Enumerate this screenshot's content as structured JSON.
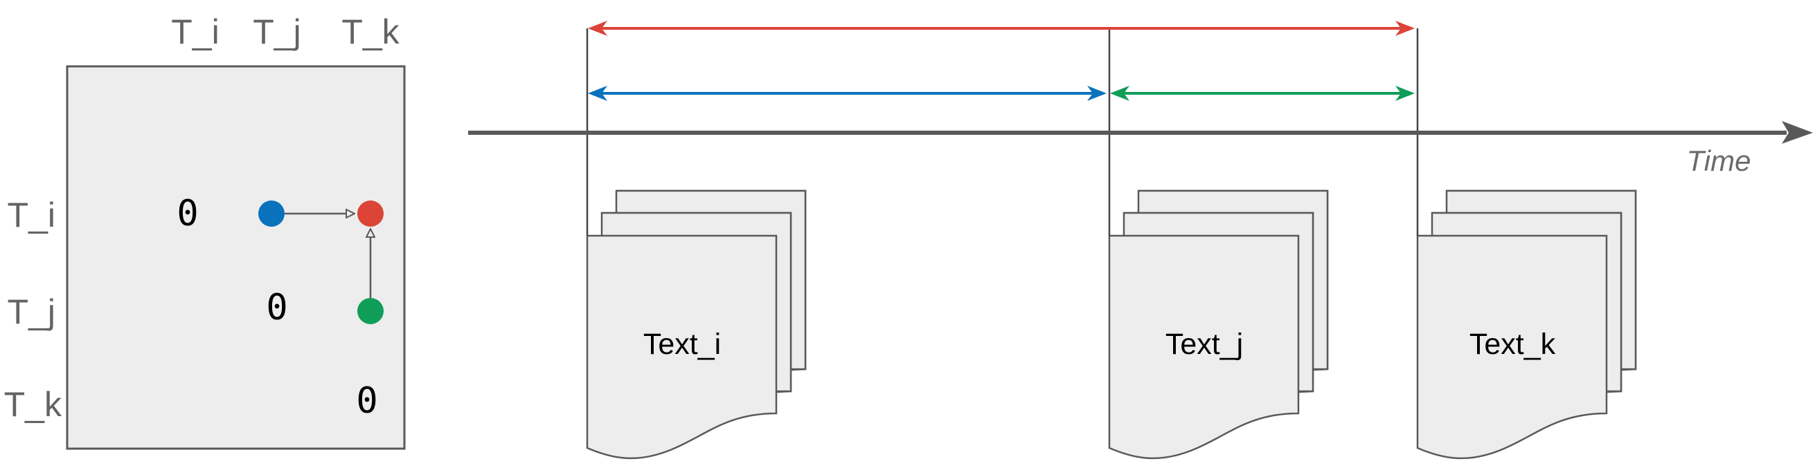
{
  "matrix": {
    "column_labels": [
      "T_i",
      "T_j",
      "T_k"
    ],
    "row_labels": [
      "T_i",
      "T_j",
      "T_k"
    ],
    "diagonal_value": "0",
    "nodes": [
      {
        "name": "blue-node",
        "row": 0,
        "col": 1,
        "color": "#0a72bd"
      },
      {
        "name": "red-node",
        "row": 0,
        "col": 2,
        "color": "#db4437"
      },
      {
        "name": "green-node",
        "row": 1,
        "col": 2,
        "color": "#0f9d58"
      }
    ],
    "edges": [
      {
        "from": "blue-node",
        "to": "red-node"
      },
      {
        "from": "green-node",
        "to": "red-node"
      }
    ]
  },
  "timeline": {
    "axis_label": "Time",
    "documents": [
      {
        "label": "Text_i"
      },
      {
        "label": "Text_j"
      },
      {
        "label": "Text_k"
      }
    ],
    "intervals": [
      {
        "name": "interval-i-to-k",
        "from": 0,
        "to": 2,
        "color": "#db4437"
      },
      {
        "name": "interval-i-to-j",
        "from": 0,
        "to": 1,
        "color": "#0a72bd"
      },
      {
        "name": "interval-j-to-k",
        "from": 1,
        "to": 2,
        "color": "#0f9d58"
      }
    ]
  },
  "colors": {
    "line": "#595959",
    "fill": "#ededed"
  }
}
